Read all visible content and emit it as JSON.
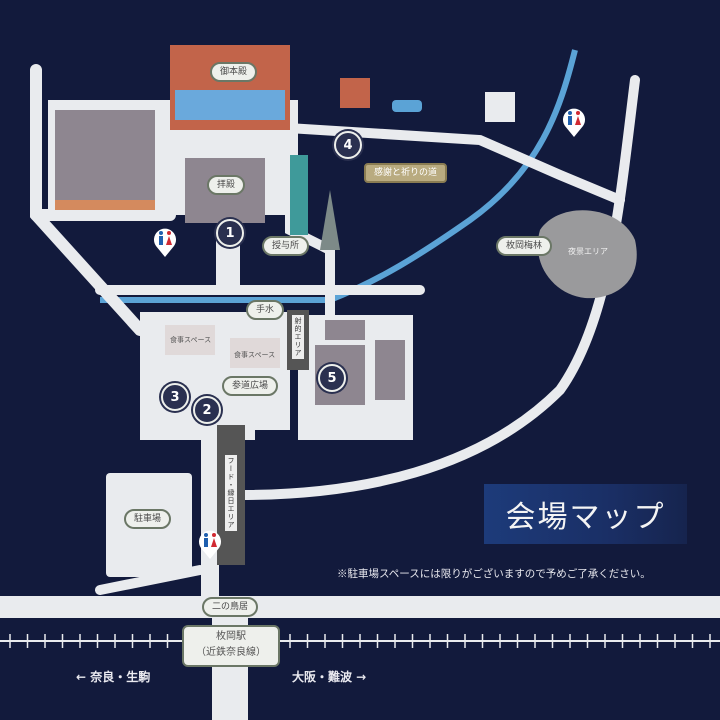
{
  "title": "会場マップ",
  "note": "※駐車場スペースには限りがございますので予めご了承ください。",
  "colors": {
    "background": "#121a3c",
    "road": "#e9ebee",
    "river": "#5ba3d6",
    "building_roof": "#8e8690",
    "building_accent": "#d48a5e",
    "label_border": "#6b7766",
    "title_box": "#1d3b7a",
    "toilet_male": "#1f5fae",
    "toilet_female": "#d12a32"
  },
  "facilities": {
    "honden": "御本殿",
    "haiden": "拝殿",
    "juyosho": "授与所",
    "temizu": "手水",
    "path": "感謝と祈りの道",
    "plum_grove": "枚岡梅林",
    "night_view_area": "夜景エリア",
    "dining_space_1": "食事スペース",
    "dining_space_2": "食事スペース",
    "sando_plaza": "参道広場",
    "shooting_area": "射的エリア",
    "food_area": "フード・縁日エリア",
    "parking": "駐車場",
    "ni_no_torii": "二の鳥居"
  },
  "markers": [
    "1",
    "2",
    "3",
    "4",
    "5"
  ],
  "station": {
    "name": "枚岡駅",
    "line": "（近鉄奈良線）"
  },
  "directions": {
    "west": "← 奈良・生駒",
    "east": "大阪・難波 →"
  },
  "icons": {
    "toilet": "toilet-icon"
  }
}
